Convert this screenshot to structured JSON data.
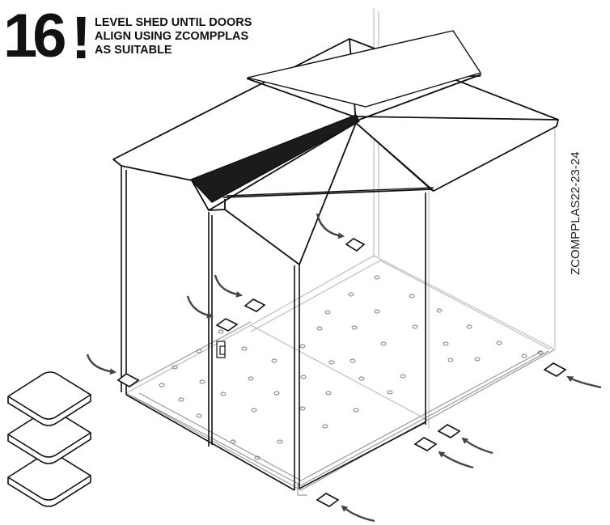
{
  "step": {
    "number": "16",
    "symbol": "!"
  },
  "instruction": {
    "lines": [
      "LEVEL SHED UNTIL DOORS",
      "ALIGN USING ZCOMPPLAS",
      "AS SUITABLE"
    ]
  },
  "part_code": "ZCOMPPLAS22-23-24",
  "colors": {
    "ink": "#111111",
    "faint_line": "#bdbdbd",
    "arrow": "#444444",
    "pad_fill": "#ffffff"
  },
  "icons": [
    "curved-arrow-icon",
    "leveling-pad-icon",
    "stacked-pads-icon"
  ]
}
